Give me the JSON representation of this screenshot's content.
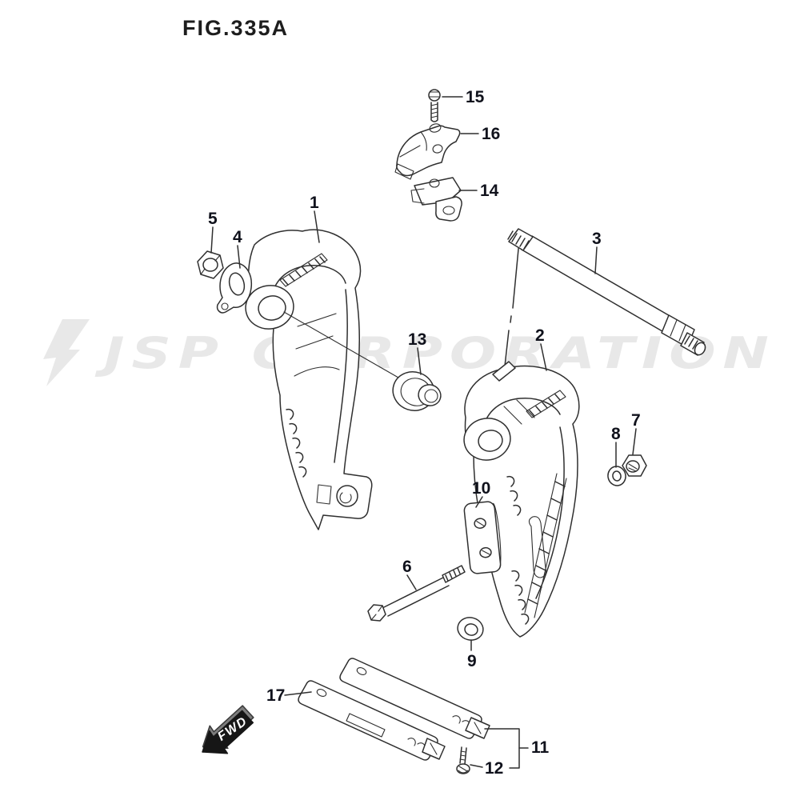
{
  "figure": {
    "title": "FIG.335A"
  },
  "watermark": {
    "text": "JSP CORPORATION"
  },
  "direction_flag": {
    "label": "FWD"
  },
  "part_labels": {
    "p1": "1",
    "p2": "2",
    "p3": "3",
    "p4": "4",
    "p5": "5",
    "p6": "6",
    "p7": "7",
    "p8": "8",
    "p9": "9",
    "p10": "10",
    "p11": "11",
    "p12": "12",
    "p13": "13",
    "p14": "14",
    "p15": "15",
    "p16": "16",
    "p17": "17"
  },
  "colors": {
    "line-color": "#2f2f2f",
    "label-color": "#10121c",
    "watermark-color": "#e8e8e8",
    "bg-color": "#ffffff"
  }
}
